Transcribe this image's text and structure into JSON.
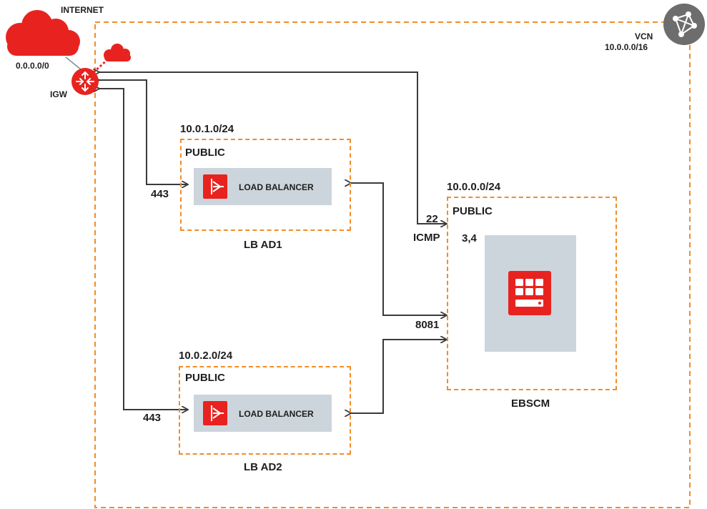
{
  "internet": {
    "label": "INTERNET",
    "cidr": "0.0.0.0/0"
  },
  "igw": {
    "label": "IGW"
  },
  "vcn": {
    "label": "VCN",
    "cidr": "10.0.0.0/16"
  },
  "subnets": [
    {
      "cidr": "10.0.1.0/24",
      "type": "PUBLIC",
      "component": "LOAD BALANCER",
      "caption": "LB AD1",
      "port": "443"
    },
    {
      "cidr": "10.0.2.0/24",
      "type": "PUBLIC",
      "component": "LOAD BALANCER",
      "caption": "LB AD2",
      "port": "443"
    },
    {
      "cidr": "10.0.0.0/24",
      "type": "PUBLIC",
      "caption": "EBSCM",
      "ports": [
        "22",
        "ICMP",
        "3,4",
        "8081"
      ]
    }
  ],
  "colors": {
    "accent": "#f28c28",
    "brand": "#e8231f",
    "panel": "#ccd5db",
    "line": "#3a3a3a",
    "vcn_icon": "#6d6d6d"
  }
}
